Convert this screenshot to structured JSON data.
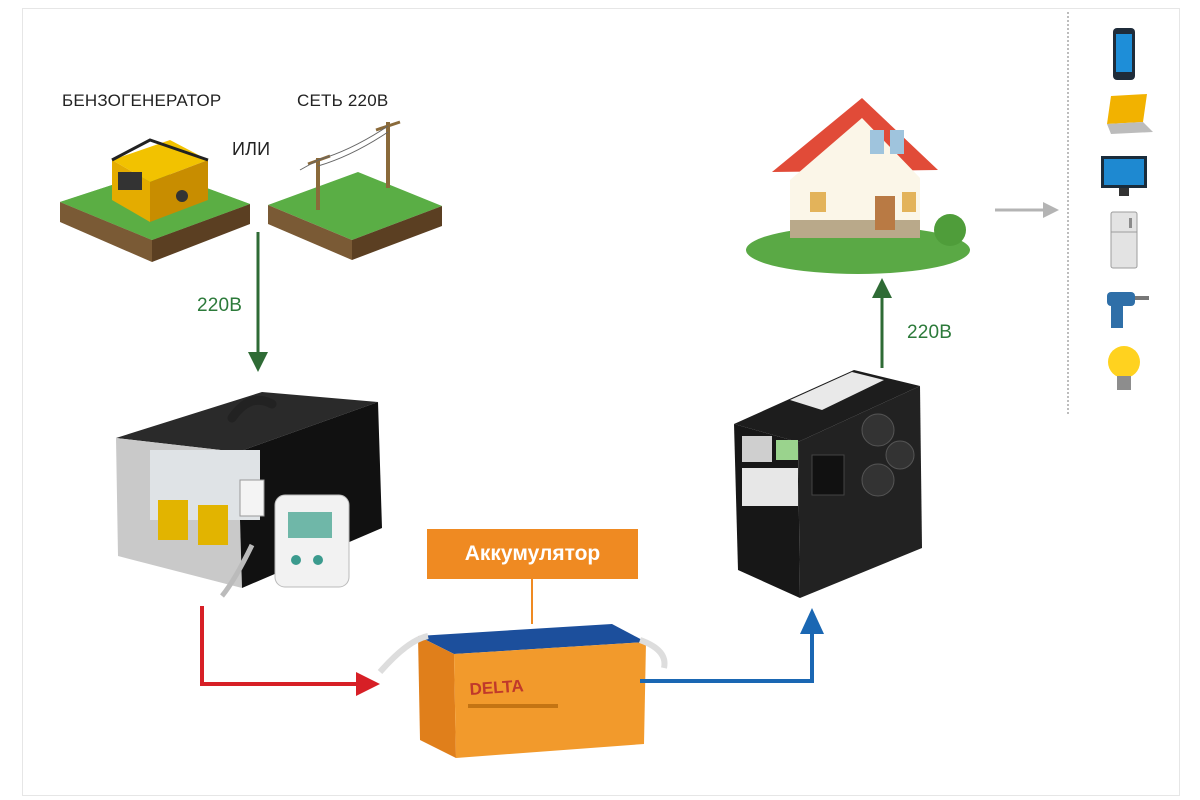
{
  "labels": {
    "generator": "БЕНЗОГЕНЕРАТОР",
    "grid": "СЕТЬ 220В",
    "or": "ИЛИ",
    "voltage_in": "220В",
    "voltage_out": "220В",
    "battery": "Аккумулятор"
  },
  "battery_brand": "DELTA",
  "colors": {
    "green_arrow": "#2f6b35",
    "red_arrow": "#d71f26",
    "blue_arrow": "#1a67b3",
    "orange": "#ef8a22"
  },
  "devices": [
    "smartphone-icon",
    "laptop-icon",
    "tv-icon",
    "fridge-icon",
    "drill-icon",
    "bulb-icon"
  ]
}
